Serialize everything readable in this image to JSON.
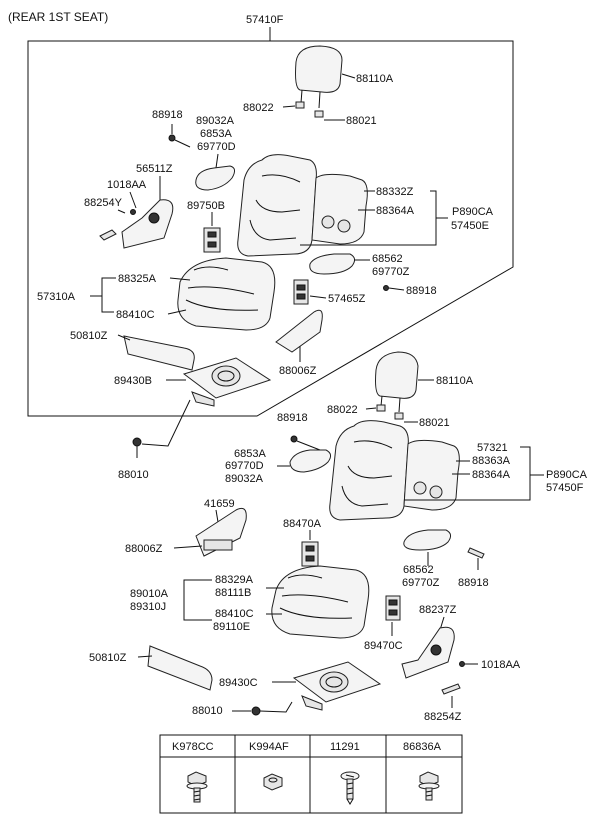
{
  "diagram": {
    "title": "(REAR 1ST SEAT)",
    "group_label": "57410F",
    "upper_labels": {
      "headrest": "88110A",
      "guide_a": "88022",
      "guide_b": "88021",
      "screw_a": "88918",
      "cover_stack": [
        "89032A",
        "6853A",
        "69770D"
      ],
      "hinge_stack": [
        "56511Z",
        "1018AA",
        "88254Y"
      ],
      "recliner": "89750B",
      "back_frame": "88332Z",
      "back_pad": "88364A",
      "back_assy": [
        "P890CA",
        "57450E"
      ],
      "side_cover": [
        "68562",
        "69770Z"
      ],
      "screw_b": "88918",
      "cushion_group": "57310A",
      "cushion_cover": "88325A",
      "cushion_pad": "88410C",
      "latch": "57465Z",
      "shield": "50810Z",
      "bracket": "88006Z",
      "cushion_frame": "89430B"
    },
    "outside_labels": {
      "bolt": "88010"
    },
    "lower_labels": {
      "headrest": "88110A",
      "guide_a": "88022",
      "guide_b": "88021",
      "screw_a": "88918",
      "cover_stack": [
        "6853A",
        "69770D",
        "89032A"
      ],
      "back_frame": "57321",
      "back_cover": "88363A",
      "back_pad": "88364A",
      "back_assy": [
        "P890CA",
        "57450F"
      ],
      "hinge": "41659",
      "bracket": "88006Z",
      "recliner": "88470A",
      "side_cover": [
        "68562",
        "69770Z"
      ],
      "screw_b": "88918",
      "cushion_group": [
        "89010A",
        "89310J"
      ],
      "cushion_cover": [
        "88329A",
        "88111B"
      ],
      "cushion_pad": [
        "88410C",
        "89110E"
      ],
      "latch": "89470C",
      "hinge_cover": "88237Z",
      "bolt_r": "1018AA",
      "pin": "88254Z",
      "shield": "50810Z",
      "cushion_frame": "89430C",
      "bolt": "88010"
    },
    "fastener_table": {
      "headers": [
        "K978CC",
        "K994AF",
        "11291",
        "86836A"
      ],
      "icons": [
        "flange-bolt-icon",
        "hex-nut-icon",
        "screw-icon",
        "clip-bolt-icon"
      ]
    }
  }
}
